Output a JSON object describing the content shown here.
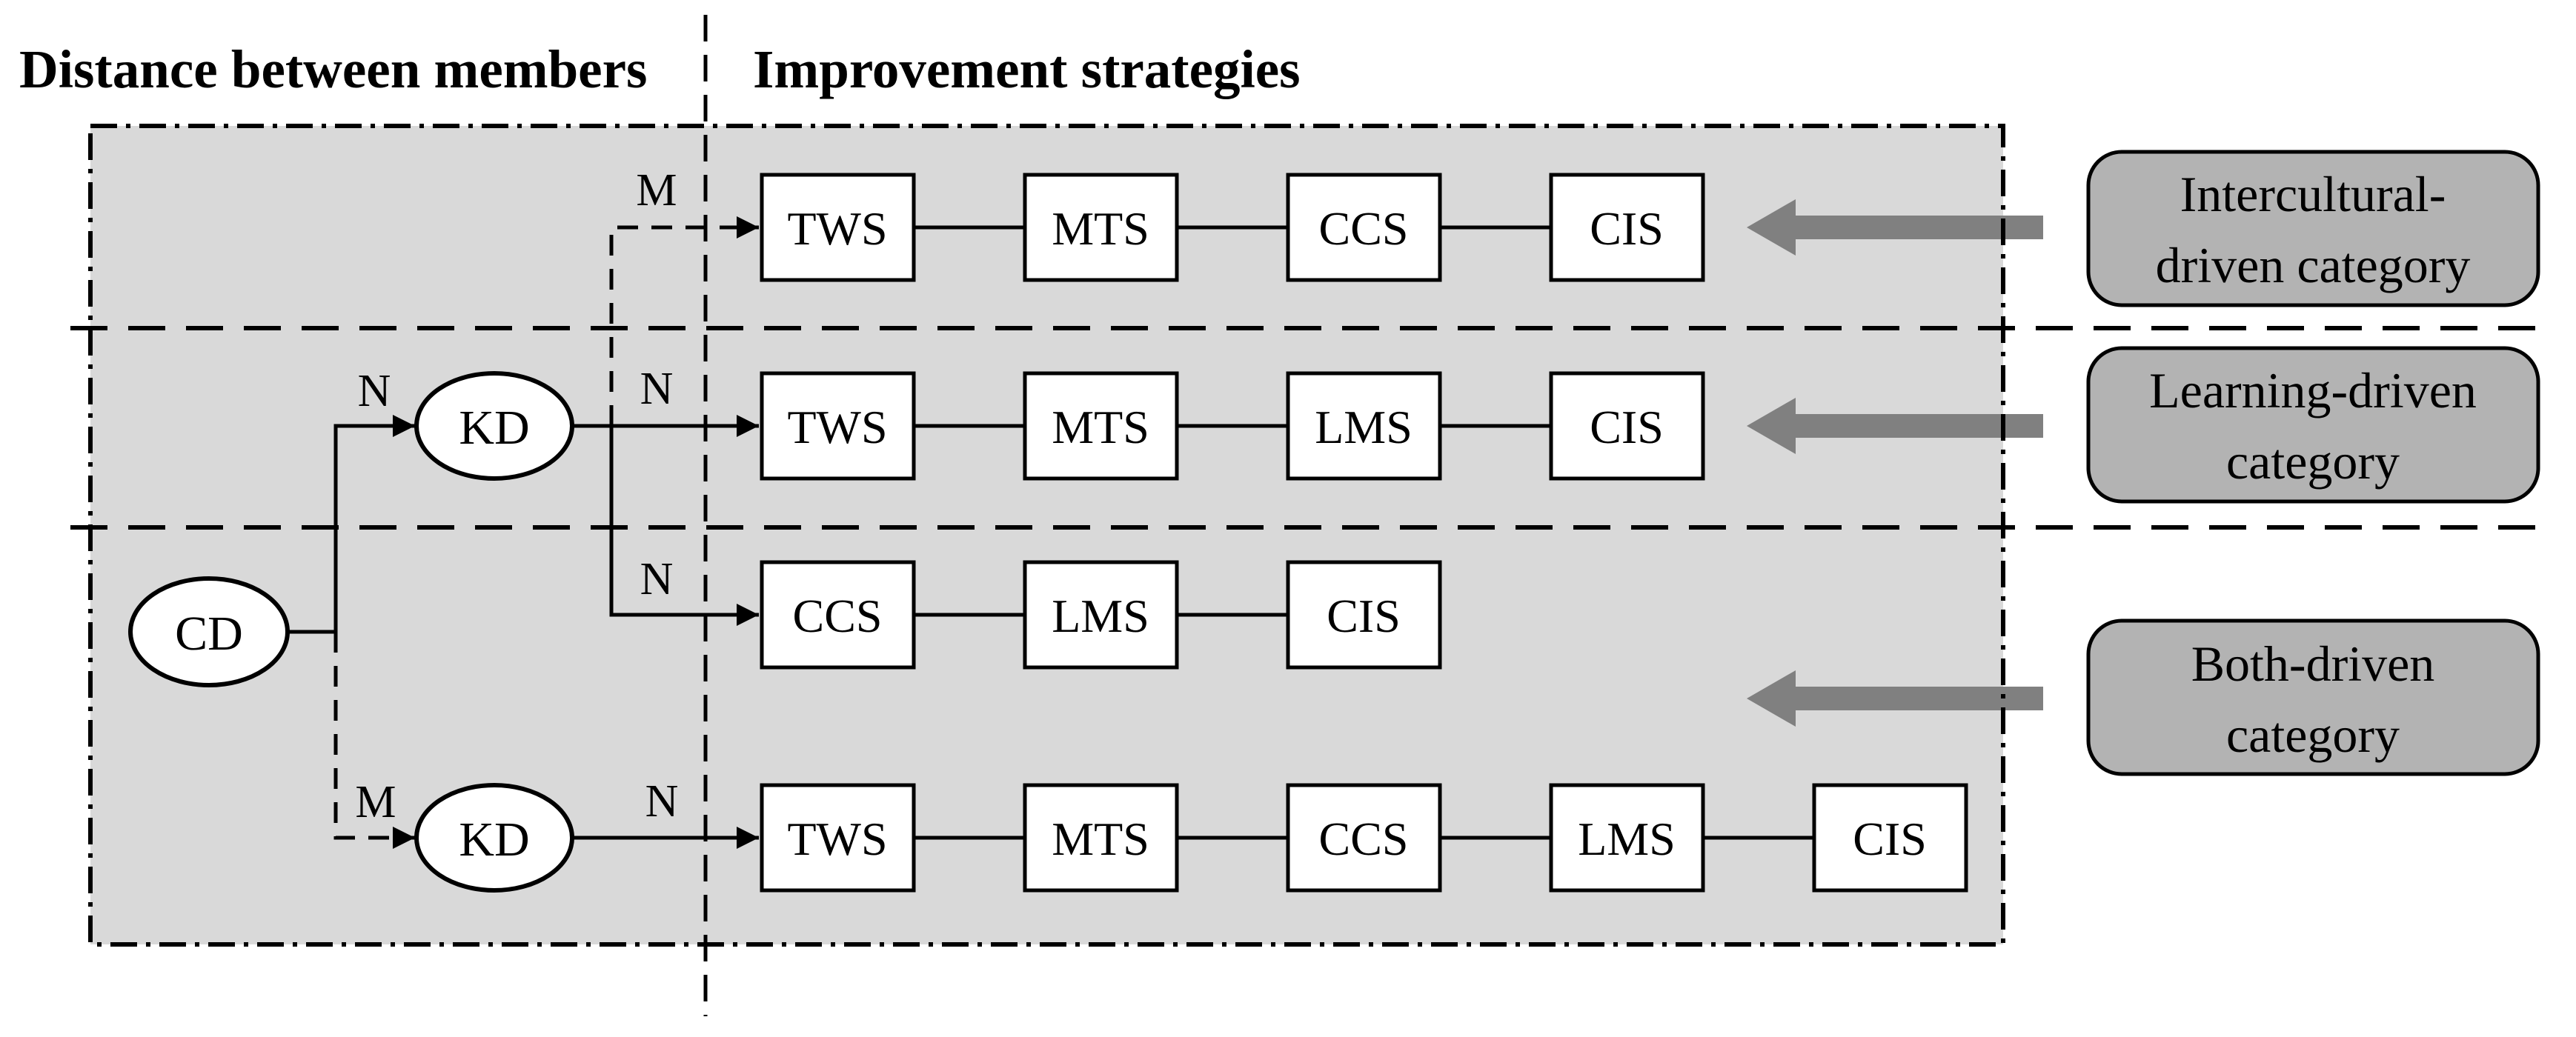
{
  "header": {
    "left_title": "Distance between members",
    "right_title": "Improvement strategies"
  },
  "nodes": {
    "cd_label": "CD",
    "kd_upper_label": "KD",
    "kd_lower_label": "KD"
  },
  "edge_labels": {
    "cd_kd_upper": "N",
    "cd_kd_lower": "M",
    "kd_upper_row2": "N",
    "branch_row1": "M",
    "branch_row3": "N",
    "kd_lower_row4": "N"
  },
  "rows": [
    {
      "boxes": [
        "TWS",
        "MTS",
        "CCS",
        "CIS"
      ]
    },
    {
      "boxes": [
        "TWS",
        "MTS",
        "LMS",
        "CIS"
      ]
    },
    {
      "boxes": [
        "CCS",
        "LMS",
        "CIS"
      ]
    },
    {
      "boxes": [
        "TWS",
        "MTS",
        "CCS",
        "LMS",
        "CIS"
      ]
    }
  ],
  "categories": [
    {
      "line1": "Intercultural-",
      "line2": "driven category"
    },
    {
      "line1": "Learning-driven",
      "line2": "category"
    },
    {
      "line1": "Both-driven",
      "line2": "category"
    }
  ],
  "colors": {
    "panel_fill": "#d9d9d9",
    "category_fill": "#b3b3b3",
    "arrow_fill": "#808080",
    "line_color": "#000000"
  }
}
